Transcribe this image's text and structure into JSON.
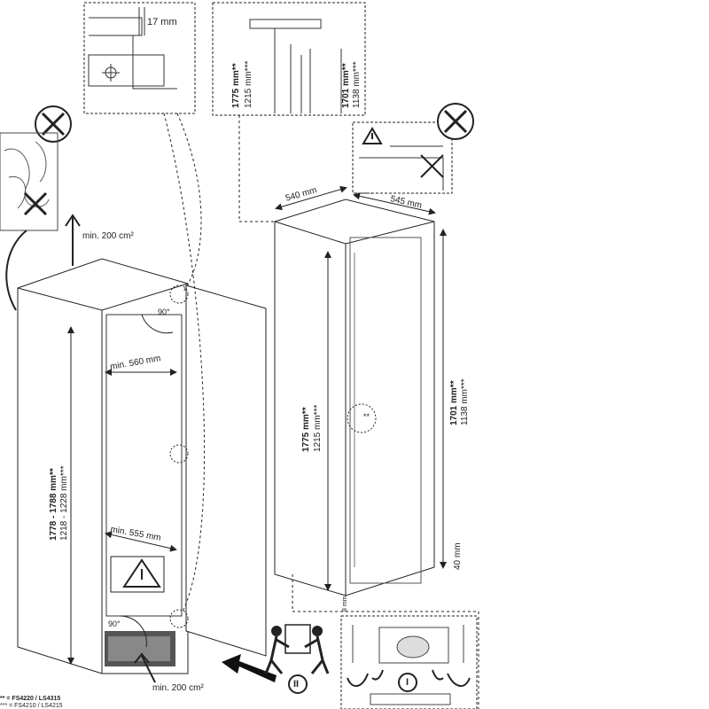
{
  "labels": {
    "detail_gap": "17 mm",
    "min_vent_top": "min. 200 cm²",
    "min_vent_bottom": "min. 200 cm²",
    "niche_width_top": "min. 560 mm",
    "niche_width_bottom": "min. 555 mm",
    "angle_top": "90°",
    "angle_bottom": "90°",
    "niche_height_main": "1778 - 1788 mm**",
    "niche_height_alt": "1218 - 1228 mm***",
    "appliance_width": "540 mm",
    "appliance_depth": "545 mm",
    "appliance_height_main": "1775 mm**",
    "appliance_height_alt": "1215 mm***",
    "door_height_main": "1701 mm**",
    "door_height_alt": "1138 mm***",
    "detail_height_main": "1775 mm**",
    "detail_height_alt": "1215 mm***",
    "detail_door_main": "1701 mm**",
    "detail_door_alt": "1138 mm***",
    "base_gap": "40 mm",
    "bottom_gap": "8 mm",
    "hinge_marker": "**",
    "step_two": "II",
    "step_one": "I",
    "footnote_1": "** = FS4220 / LS4315",
    "footnote_2": "*** = FS4210 / LS4215"
  }
}
